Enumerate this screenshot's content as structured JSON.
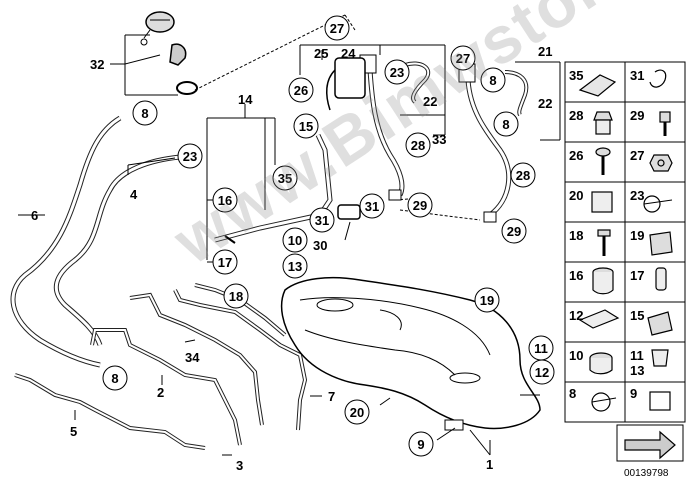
{
  "watermark": "www.Bimwstore.pl",
  "catalog_code": "00139798",
  "callouts": {
    "c1": "1",
    "c2": "2",
    "c3": "3",
    "c4": "4",
    "c5": "5",
    "c6": "6",
    "c7": "7",
    "c8a": "8",
    "c8b": "8",
    "c8c": "8",
    "c9": "9",
    "c10": "10",
    "c11": "11",
    "c12": "12",
    "c13": "13",
    "c14": "14",
    "c15": "15",
    "c16": "16",
    "c17": "17",
    "c18": "18",
    "c19": "19",
    "c20": "20",
    "c21": "21",
    "c22a": "22",
    "c22b": "22",
    "c23a": "23",
    "c23b": "23",
    "c24": "24",
    "c25": "25",
    "c26": "26",
    "c27a": "27",
    "c27b": "27",
    "c28a": "28",
    "c28b": "28",
    "c29a": "29",
    "c29b": "29",
    "c30": "30",
    "c31a": "31",
    "c31b": "31",
    "c32": "32",
    "c33": "33",
    "c34": "34",
    "c35": "35"
  },
  "legend": [
    [
      "35",
      "31"
    ],
    [
      "28",
      "29"
    ],
    [
      "26",
      "27"
    ],
    [
      "20",
      "23"
    ],
    [
      "18",
      "19"
    ],
    [
      "16",
      "17"
    ],
    [
      "12",
      "15"
    ],
    [
      "10",
      "11"
    ],
    [
      "8",
      "9"
    ]
  ],
  "legend_extra": "13"
}
